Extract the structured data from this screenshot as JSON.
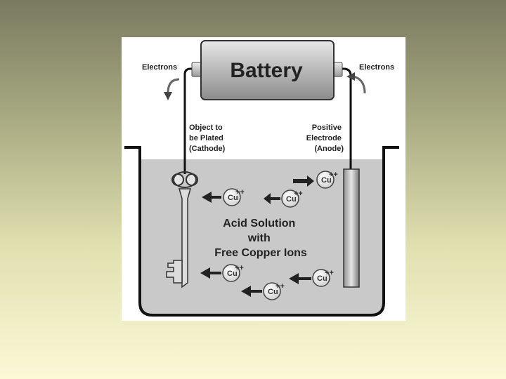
{
  "diagram": {
    "battery_label": "Battery",
    "electrons_left": "Electrons",
    "electrons_right": "Electrons",
    "cathode_label": [
      "Object to",
      "be Plated",
      "(Cathode)"
    ],
    "anode_label": [
      "Positive",
      "Electrode",
      "(Anode)"
    ],
    "solution_label": [
      "Acid Solution",
      "with",
      "Free Copper Ions"
    ],
    "ion_label": "Cu",
    "ion_charge": "++",
    "colors": {
      "background_top": "#7a7a60",
      "background_bottom": "#fbf9d6",
      "solution": "#c9c9c9",
      "tank_outline": "#111111",
      "battery_body": "#b8b8b8"
    }
  }
}
